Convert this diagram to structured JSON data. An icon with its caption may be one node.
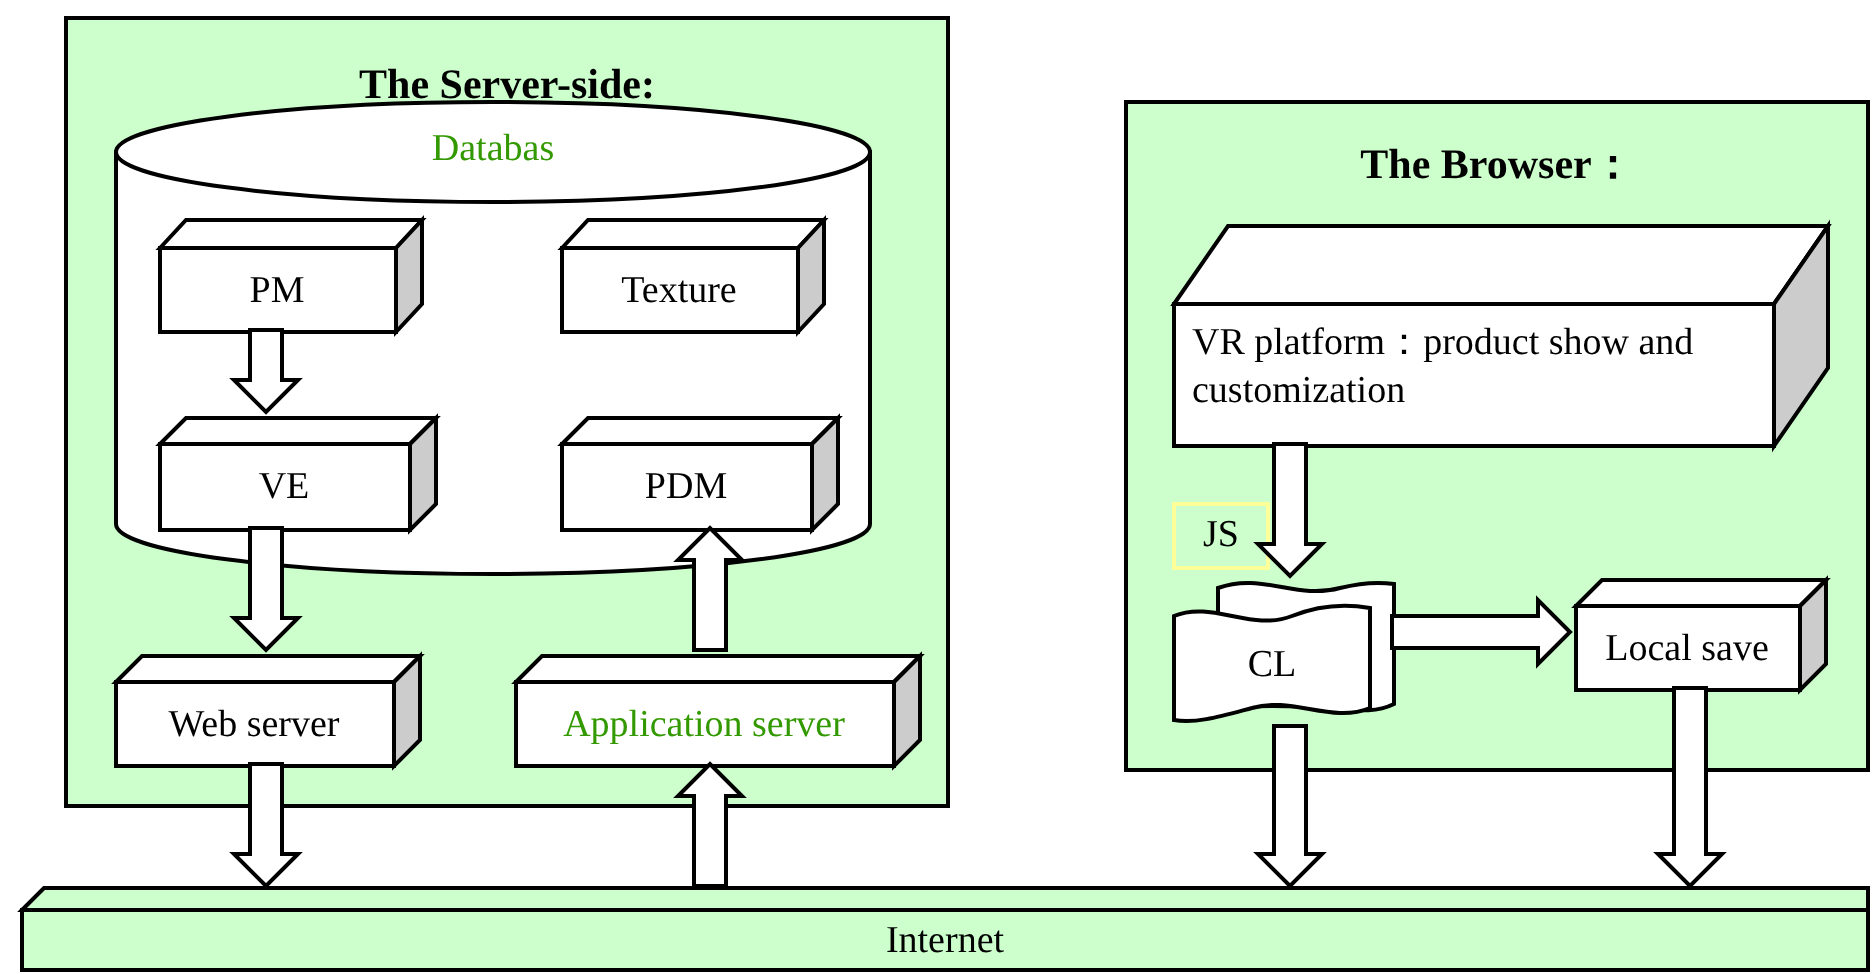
{
  "diagram": {
    "nodes": [
      {
        "text": [
          "The Server-side:"
        ]
      },
      {
        "text": [
          "Databas"
        ],
        "in": 0
      },
      {
        "text": [
          "PM"
        ],
        "in": 1
      },
      {
        "text": [
          "Texture"
        ],
        "in": 1
      },
      {
        "text": [
          "VE"
        ],
        "in": 1
      },
      {
        "text": [
          "PDM"
        ],
        "in": 1
      },
      {
        "text": [
          "Web server"
        ],
        "in": 0
      },
      {
        "text": [
          "Application server"
        ],
        "in": 0
      },
      {
        "text": [
          "The Browser："
        ]
      },
      {
        "text": [
          "VR platform：product show and customization"
        ],
        "in": 8
      },
      {
        "text": [
          "JS"
        ],
        "in": 8
      },
      {
        "text": [
          "CL"
        ],
        "in": 8
      },
      {
        "text": [
          "Local save"
        ],
        "in": 8
      },
      {
        "text": [
          "Internet"
        ]
      }
    ],
    "edges": [
      {
        "from": 2,
        "to": 4,
        "arrow": "to"
      },
      {
        "from": 4,
        "to": 6,
        "arrow": "to"
      },
      {
        "from": 7,
        "to": 5,
        "arrow": "to"
      },
      {
        "from": 6,
        "to": 13,
        "arrow": "to"
      },
      {
        "from": 13,
        "to": 7,
        "arrow": "to"
      },
      {
        "from": 9,
        "to": 11,
        "arrow": "to"
      },
      {
        "from": 11,
        "to": 12,
        "arrow": "to"
      },
      {
        "from": 11,
        "to": 13,
        "arrow": "to"
      },
      {
        "from": 12,
        "to": 13,
        "arrow": "to"
      }
    ]
  }
}
